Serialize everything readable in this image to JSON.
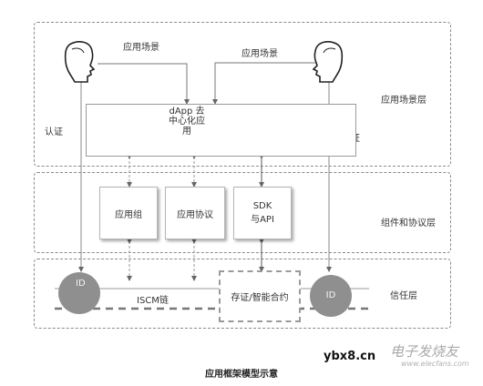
{
  "layers": {
    "app_scene": "应用场景层",
    "component_protocol": "组件和协议层",
    "trust": "信任层"
  },
  "top": {
    "left_scene": "应用场景",
    "right_scene": "应用场景",
    "left_auth": "认证",
    "right_auth": "认证"
  },
  "dapp": {
    "line1": "dApp 去",
    "line2": "中心化应",
    "line3": "用"
  },
  "components": {
    "app_group": "应用组",
    "app_protocol": "应用协议",
    "sdk_line1": "SDK",
    "sdk_line2": "与API"
  },
  "trust": {
    "id_left": "ID",
    "id_right": "ID",
    "chain": "ISCM链",
    "storage": "存证/智能合约"
  },
  "caption": "应用框架模型示意",
  "watermark": {
    "site": "ybx8.cn",
    "brand": "电子发烧友",
    "url": "www.elecfans.com"
  }
}
